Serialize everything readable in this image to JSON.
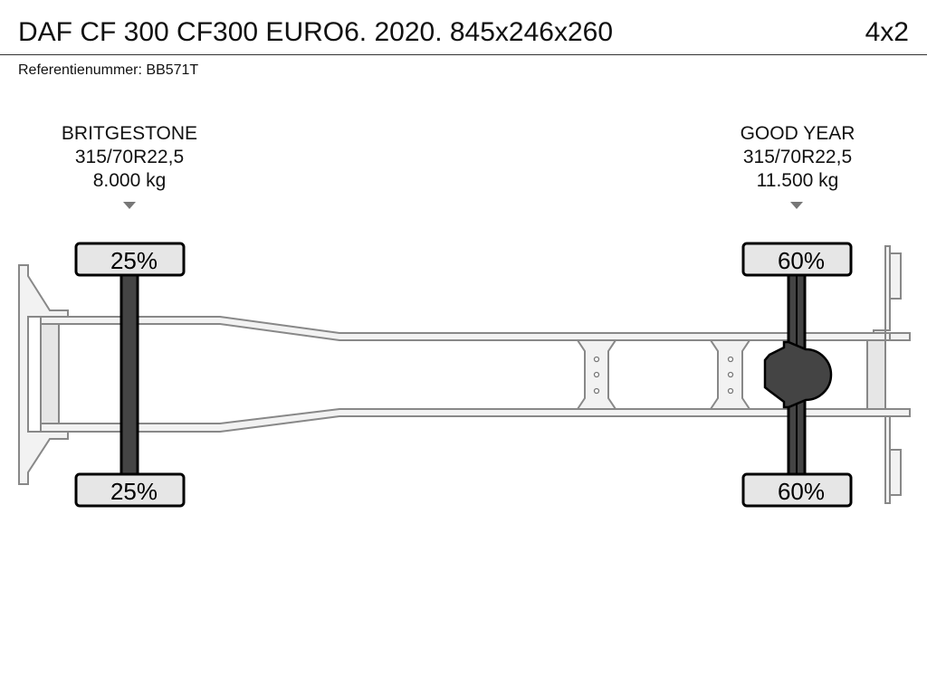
{
  "header": {
    "title": "DAF CF 300 CF300 EURO6. 2020. 845x246x260",
    "axle_config": "4x2",
    "reference": "Referentienummer: BB571T"
  },
  "axles": [
    {
      "brand": "BRITGESTONE",
      "tire_size": "315/70R22,5",
      "load": "8.000 kg",
      "left_pct": "25%",
      "right_pct": "25%"
    },
    {
      "brand": "GOOD YEAR",
      "tire_size": "315/70R22,5",
      "load": "11.500 kg",
      "left_pct": "60%",
      "right_pct": "60%"
    }
  ],
  "colors": {
    "frame": "#f2f2f2",
    "frame_stroke": "#888888",
    "axle": "#444444",
    "tire": "#e6e6e6"
  }
}
